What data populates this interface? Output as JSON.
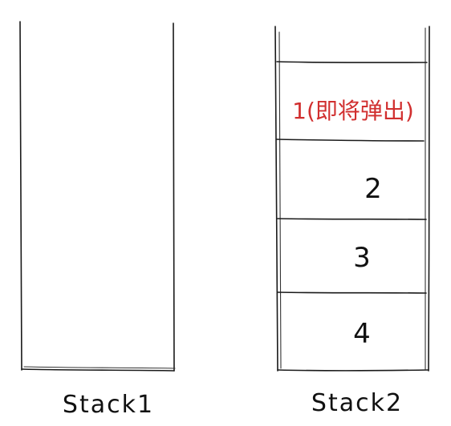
{
  "stacks": [
    {
      "label": "Stack1",
      "items": []
    },
    {
      "label": "Stack2",
      "items": [
        {
          "text": "1(即将弹出)",
          "highlight": true
        },
        {
          "text": "2",
          "highlight": false
        },
        {
          "text": "3",
          "highlight": false
        },
        {
          "text": "4",
          "highlight": false
        }
      ]
    }
  ],
  "colors": {
    "stroke": "#1a1a1a",
    "highlight": "#d12f2f"
  }
}
